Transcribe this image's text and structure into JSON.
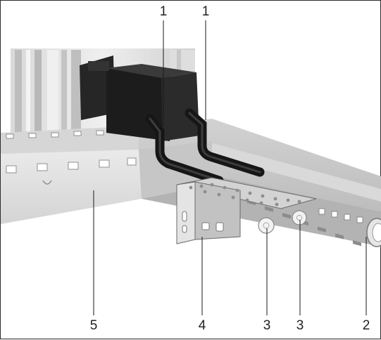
{
  "illustration": {
    "colors": {
      "metal_light": "#e6e6e6",
      "metal_mid": "#c9c9c9",
      "metal_dark": "#9a9a9a",
      "connector_body": "#1d1d1d",
      "pipe": "#141414",
      "leader_line": "#1a1a1a"
    },
    "callouts": [
      {
        "id": "callout-1-left",
        "label": "1"
      },
      {
        "id": "callout-1-right",
        "label": "1"
      },
      {
        "id": "callout-5",
        "label": "5"
      },
      {
        "id": "callout-4",
        "label": "4"
      },
      {
        "id": "callout-3-left",
        "label": "3"
      },
      {
        "id": "callout-3-right",
        "label": "3"
      },
      {
        "id": "callout-2",
        "label": "2"
      }
    ]
  }
}
